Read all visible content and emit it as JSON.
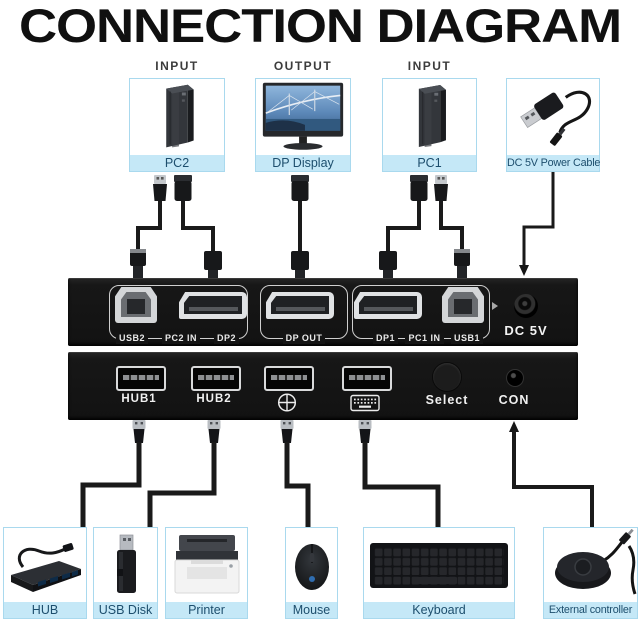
{
  "title": "CONNECTION DIAGRAM",
  "colors": {
    "box_border": "#a9d9ee",
    "caption_bg": "#c5e8f7",
    "caption_text": "#1d4e6d",
    "header_text": "#3c3c3c",
    "device_panel_black": "#141414",
    "cable_black": "#1a1a1a",
    "port_silver": "#d8d8d8"
  },
  "top_devices": [
    {
      "id": "pc2",
      "header": "INPUT",
      "caption": "PC2"
    },
    {
      "id": "dp-display",
      "header": "OUTPUT",
      "caption": "DP Display"
    },
    {
      "id": "pc1",
      "header": "INPUT",
      "caption": "PC1"
    },
    {
      "id": "power-cable",
      "header": "",
      "caption": "DC 5V Power Cable"
    }
  ],
  "kvm_rear": {
    "group1_labels": [
      "USB2",
      "PC2 IN",
      "DP2"
    ],
    "group2_labels": [
      "DP OUT"
    ],
    "group3_labels": [
      "DP1",
      "PC1 IN",
      "USB1"
    ],
    "dc_label": "DC 5V"
  },
  "kvm_front": {
    "hub1_label": "HUB1",
    "hub2_label": "HUB2",
    "mouse_port_icon": "mouse-icon",
    "keyboard_port_icon": "keyboard-icon",
    "select_label": "Select",
    "con_label": "CON"
  },
  "bottom_devices": [
    {
      "id": "hub",
      "caption": "HUB"
    },
    {
      "id": "usb-disk",
      "caption": "USB Disk"
    },
    {
      "id": "printer",
      "caption": "Printer"
    },
    {
      "id": "mouse",
      "caption": "Mouse"
    },
    {
      "id": "keyboard",
      "caption": "Keyboard"
    },
    {
      "id": "external-controller",
      "caption": "External controller"
    }
  ]
}
